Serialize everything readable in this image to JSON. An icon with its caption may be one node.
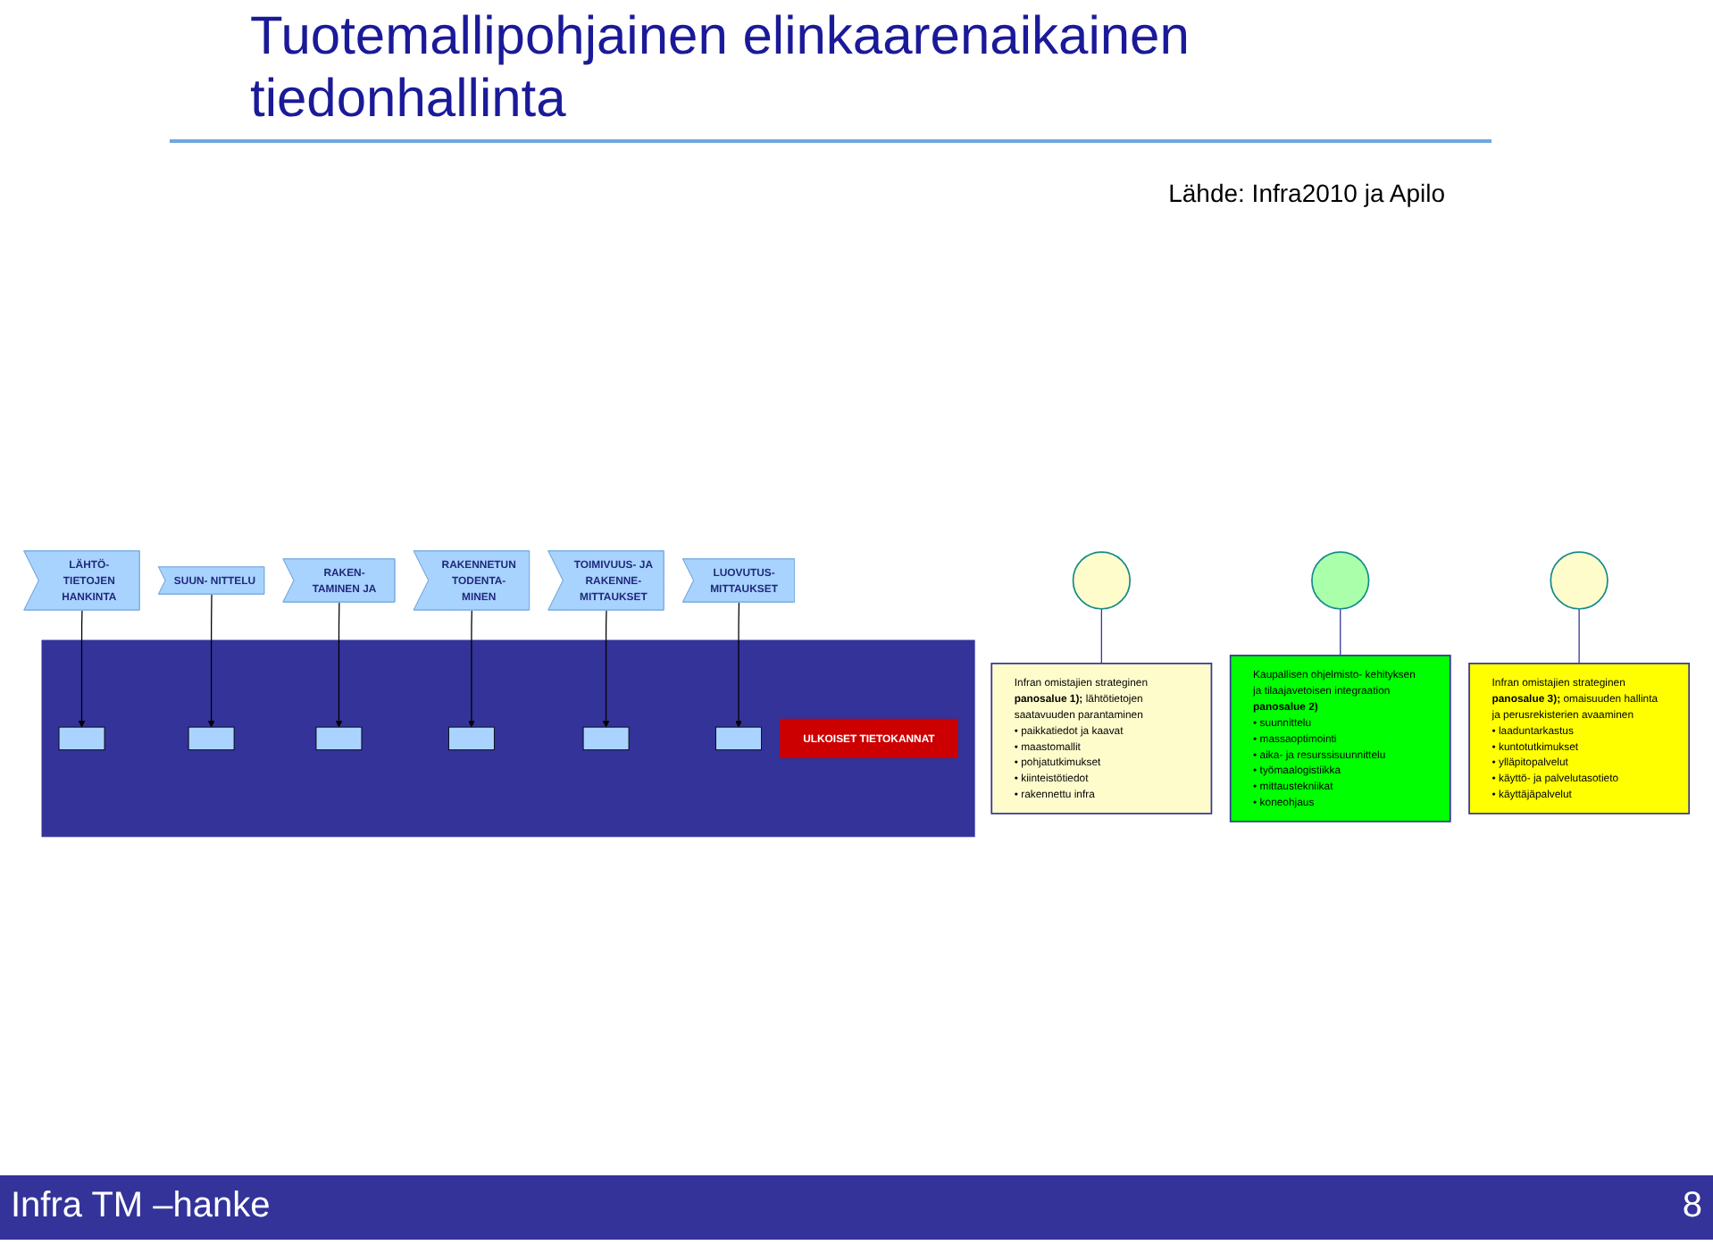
{
  "diagram": {
    "title": "Tuotemallipohjainen elinkaarenaikainen tiedonhallinta",
    "nodes": [
      {
        "text": [
          "LÄHTÖ- TIETOJEN HANKINTA"
        ]
      },
      {
        "text": [
          "SUUN- NITTELU"
        ]
      },
      {
        "text": [
          "RAKEN- TAMINEN JA"
        ]
      },
      {
        "text": [
          "RAKENNETUN TODENTA- MINEN"
        ]
      },
      {
        "text": [
          "TOIMIVUUS- JA RAKENNE- MITTAUKSET"
        ]
      },
      {
        "text": [
          "LUOVUTUS- MITTAUKSET"
        ]
      },
      {
        "text": [],
        "shape": "box"
      },
      {
        "text": [],
        "shape": "box",
        "in": 6
      },
      {
        "text": [],
        "shape": "box",
        "in": 6
      },
      {
        "text": [],
        "shape": "box",
        "in": 6
      },
      {
        "text": [],
        "shape": "box",
        "in": 6
      },
      {
        "text": [],
        "shape": "box",
        "in": 6
      },
      {
        "text": [],
        "shape": "box",
        "in": 6
      },
      {
        "text": [
          "ULKOISET TIETOKANNAT"
        ],
        "in": 6
      },
      {
        "text": [],
        "shape": "circle"
      },
      {
        "text": [],
        "shape": "circle"
      },
      {
        "text": [],
        "shape": "circle"
      },
      {
        "text": [
          "Infran omistajien strateginen **panosalue 1);** lähtötietojen saatavuuden parantaminen",
          "• paikkatiedot ja kaavat",
          "• maastomallit",
          "• pohjatutkimukset",
          "• kiinteistötiedot",
          "• rakennettu infra"
        ]
      },
      {
        "text": [
          "Kaupallisen ohjelmisto- kehityksen ja tilaajavetoisen integraation **panosalue 2)**",
          "• suunnittelu",
          "• massaoptimointi",
          "• aika- ja resurssisuunnittelu",
          "• työmaalogistiikka",
          "• mittaustekniikat",
          "• koneohjaus"
        ]
      },
      {
        "text": [
          "Infran omistajien strateginen **panosalue 3);** omaisuuden hallinta ja perusrekisterien avaaminen",
          "• laaduntarkastus",
          "• kuntotutkimukset",
          "• ylläpitopalvelut",
          "• käyttö- ja palvelutasotieto",
          "• käyttäjäpalvelut"
        ]
      }
    ],
    "edges": [
      {
        "from": 0,
        "to": 7,
        "arrow": "to"
      },
      {
        "from": 1,
        "to": 8,
        "arrow": "to"
      },
      {
        "from": 2,
        "to": 9,
        "arrow": "to"
      },
      {
        "from": 3,
        "to": 10,
        "arrow": "to"
      },
      {
        "from": 4,
        "to": 11,
        "arrow": "to"
      },
      {
        "from": 5,
        "to": 12,
        "arrow": "to"
      },
      {
        "from": 14,
        "to": 17,
        "arrow": "none",
        "color": "#333399"
      },
      {
        "from": 15,
        "to": 18,
        "arrow": "none",
        "color": "#333399"
      },
      {
        "from": 16,
        "to": 19,
        "arrow": "none",
        "color": "#333399"
      }
    ],
    "labels": [
      "Lähde: Infra2010 ja Apilo",
      "Infra TM –hanke",
      "8"
    ]
  }
}
